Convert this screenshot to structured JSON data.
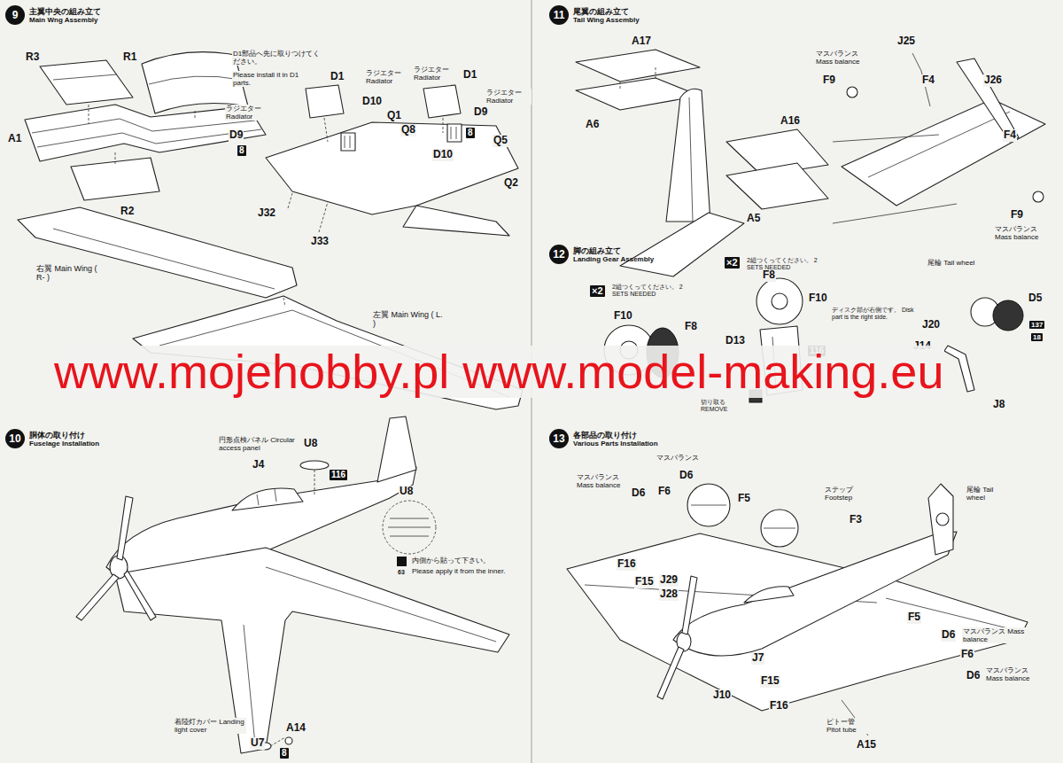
{
  "diagram": {
    "nodes": [
      {
        "text": [
          "9",
          "主翼中央の組み立て",
          "Main Wng Assembly"
        ]
      },
      {
        "text": [
          "10",
          "胴体の取り付け",
          "Fuselage Installation"
        ]
      },
      {
        "text": [
          "11",
          "尾翼の組み立て",
          "Tail Wing Assembly"
        ]
      },
      {
        "text": [
          "12",
          "脚の組み立て",
          "Landing Gear Assembly"
        ]
      },
      {
        "text": [
          "13",
          "各部品の取り付け",
          "Various Parts Installation"
        ]
      }
    ],
    "labels": [
      "R3",
      "R1",
      "A1",
      "R2",
      "D1部品へ先に取りつけてください。",
      "Please install it in D1 parts.",
      "D1",
      "ラジエター Radiator",
      "D10",
      "ラジエター Radiator",
      "D1",
      "ラジエター Radiator",
      "D9",
      "8",
      "Q1",
      "Q8",
      "D10",
      "ラジエター Radiator",
      "D9",
      "8",
      "Q5",
      "Q2",
      "J32",
      "J33",
      "右翼 Main Wing ( R- )",
      "左翼 Main Wing ( L. )",
      "円形点検パネル Circular access panel",
      "U8",
      "J4",
      "116",
      "U8",
      "内側から貼って下さい。",
      "Please apply it from the inner.",
      "63",
      "着陸灯カバー Landing light cover",
      "U7",
      "A14",
      "8",
      "A17",
      "A6",
      "A16",
      "A5",
      "マスバランス Mass balance",
      "F9",
      "J25",
      "J26",
      "F4",
      "F4",
      "F9",
      "マスバランス Mass balance",
      "×2",
      "2組つくってください。 2 SETS NEEDED",
      "×2",
      "2組つくってください。 2 SETS NEEDED",
      "F8",
      "F10",
      "F8",
      "F10",
      "ディスク部が右側です。 Disk part is the right side.",
      "D13",
      "116",
      "切り取る REMOVE",
      "尾輪 Tail wheel",
      "D5",
      "137",
      "18",
      "J20",
      "J14",
      "J8",
      "マスバランス",
      "マスバランス Mass balance",
      "D6",
      "F6",
      "D6",
      "F5",
      "ステップ Footstep",
      "F3",
      "尾輪 Tail wheel",
      "F16",
      "F15",
      "J29",
      "J28",
      "F5",
      "D6",
      "マスバランス Mass balance",
      "F6",
      "D6",
      "マスバランス Mass balance",
      "J7",
      "F15",
      "F16",
      "J10",
      "ピトー管 Pitot tube",
      "A15",
      "www.mojehobby.pl www.model-making.eu"
    ]
  }
}
